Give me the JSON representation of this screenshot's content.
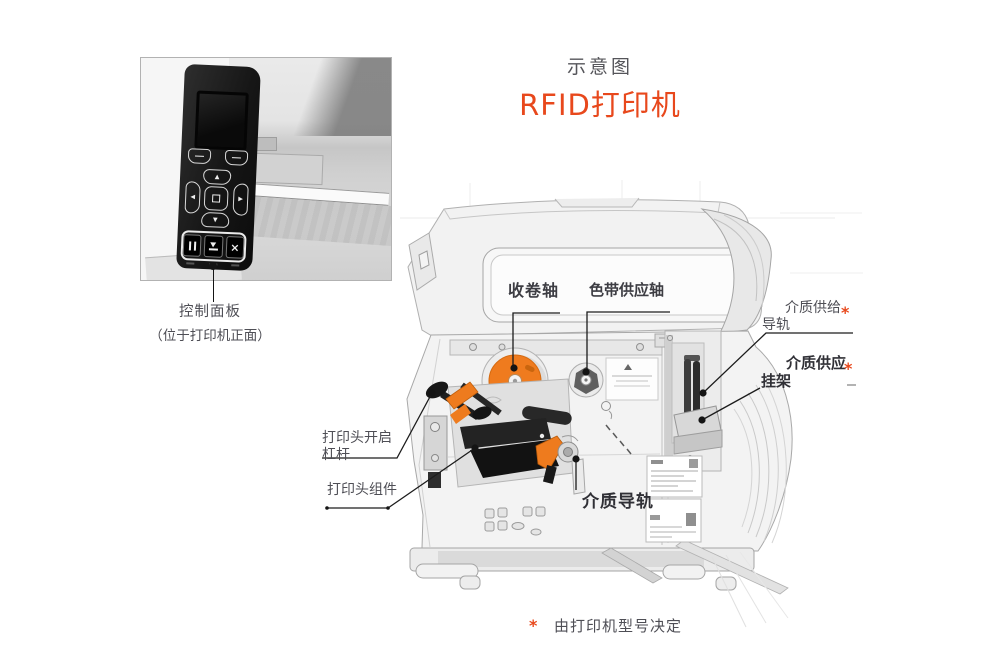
{
  "title": {
    "subtitle": "示意图",
    "main": "RFID打印机"
  },
  "control_panel_inset": {
    "caption_line1": "控制面板",
    "caption_line2": "（位于打印机正面）",
    "glyphs": {
      "soft_key": "",
      "up": "▲",
      "down": "▼",
      "left": "◀",
      "right": "▶",
      "cancel": "×"
    }
  },
  "labels": {
    "takeup_spindle": "收卷轴",
    "ribbon_supply_spindle": "色带供应轴",
    "media_supply_guide": {
      "line1": "介质供给",
      "line2": "导轨",
      "marker": "*"
    },
    "media_supply_hanger": {
      "line1": "介质供应",
      "line2": "挂架",
      "marker": "*"
    },
    "printhead_open_lever": {
      "line1": "打印头开启",
      "line2": "杠杆"
    },
    "printhead_assembly": "打印头组件",
    "media_guide": "介质导轨"
  },
  "footnote": {
    "marker": "*",
    "text": "由打印机型号决定"
  },
  "colors": {
    "accent": "#E8481C",
    "part_orange": "#EF7B1E",
    "text_gray": "#4E4E55",
    "text_dark": "#303036"
  }
}
